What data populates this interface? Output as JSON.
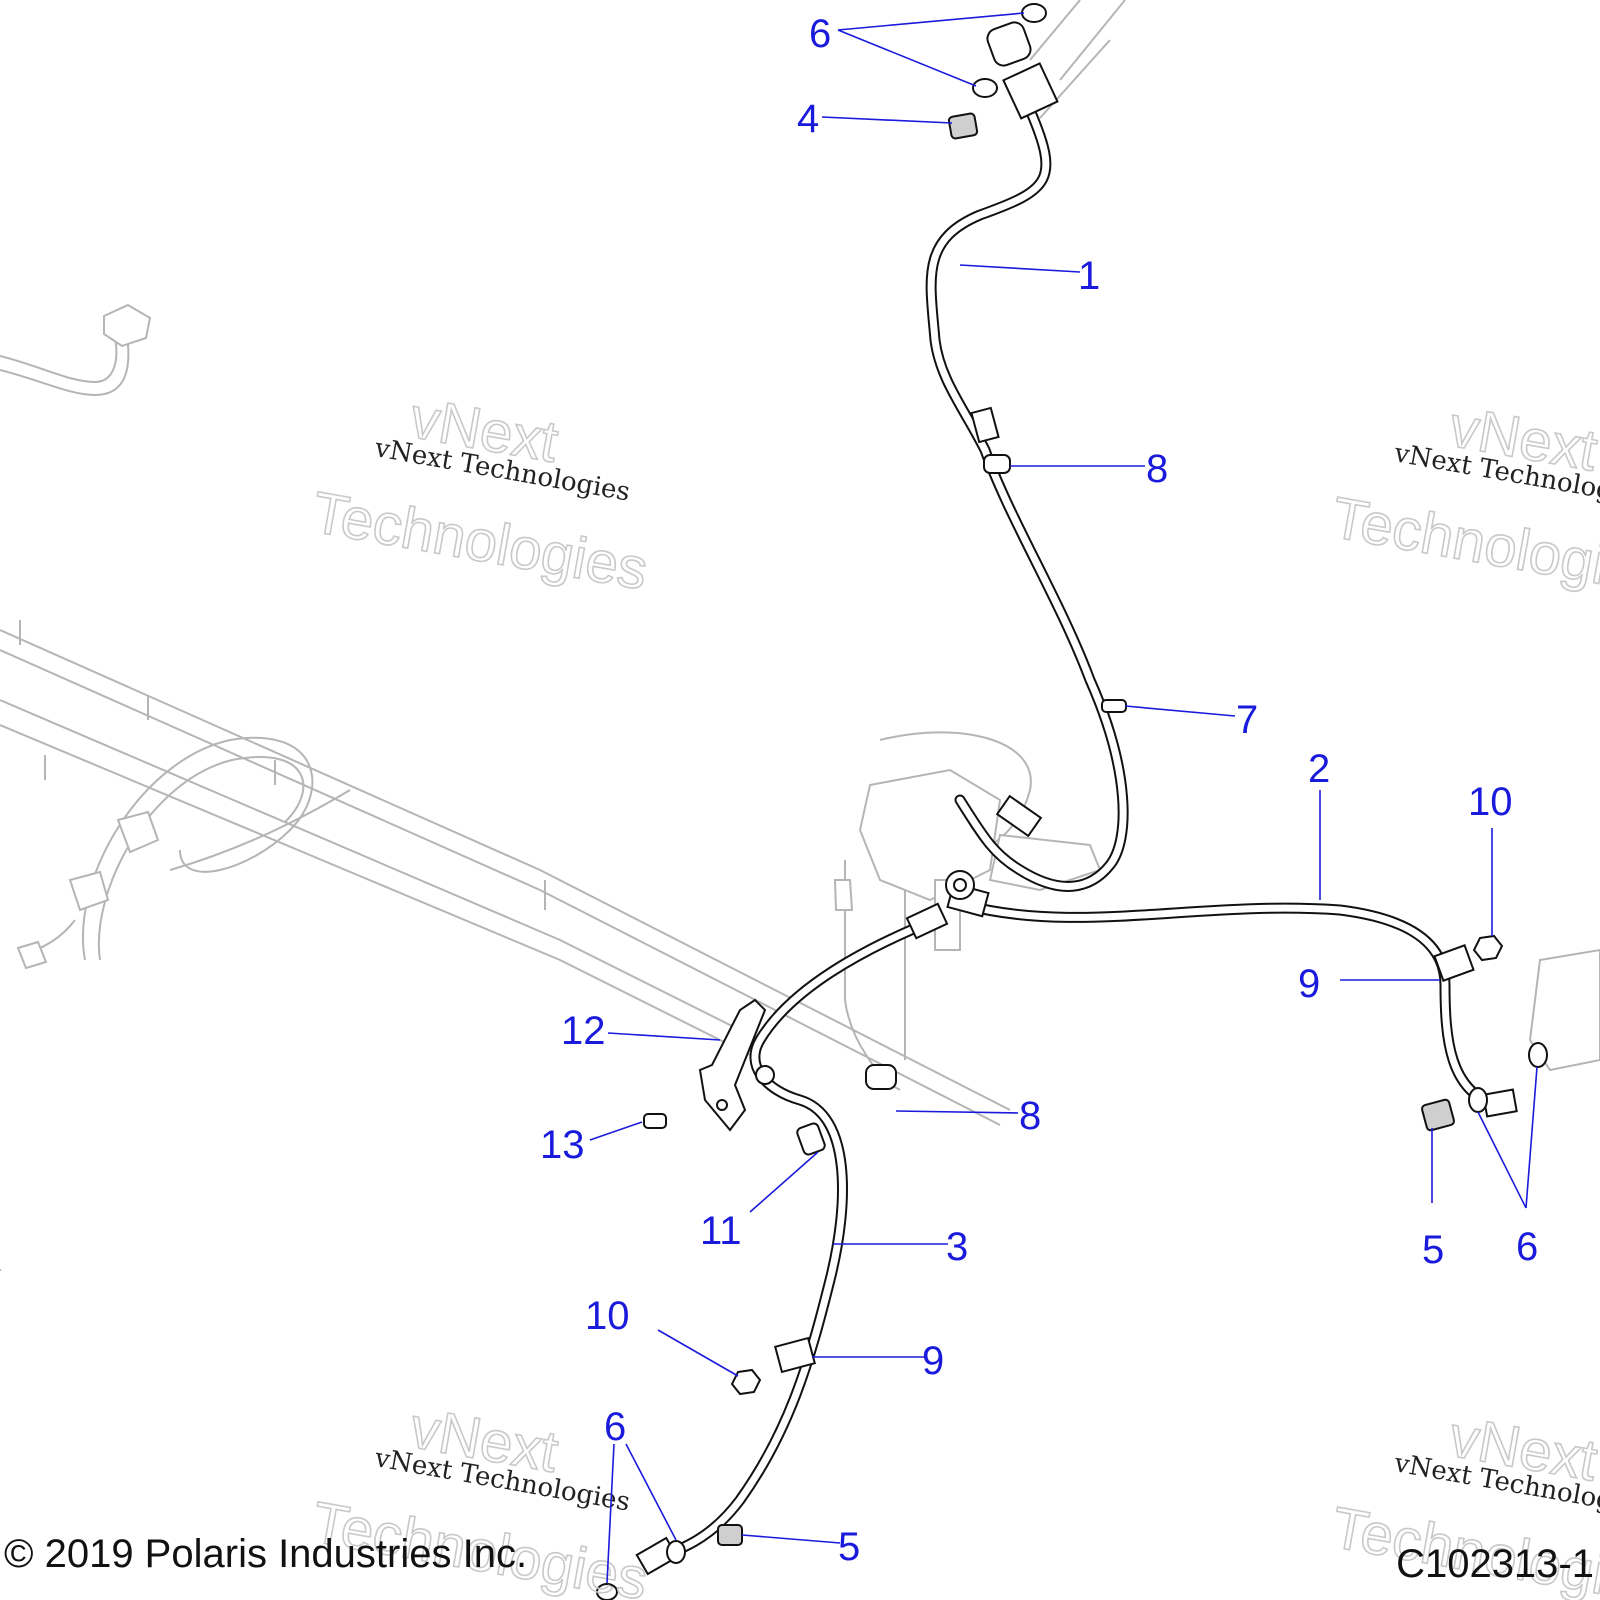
{
  "watermark": {
    "script_text": "vNext Technologies",
    "outline_line1": "vNext",
    "outline_line2": "Technologies"
  },
  "callouts": [
    {
      "id": "c6a",
      "label": "6"
    },
    {
      "id": "c4",
      "label": "4"
    },
    {
      "id": "c1",
      "label": "1"
    },
    {
      "id": "c8a",
      "label": "8"
    },
    {
      "id": "c7",
      "label": "7"
    },
    {
      "id": "c2",
      "label": "2"
    },
    {
      "id": "c10a",
      "label": "10"
    },
    {
      "id": "c9a",
      "label": "9"
    },
    {
      "id": "c12",
      "label": "12"
    },
    {
      "id": "c8b",
      "label": "8"
    },
    {
      "id": "c13",
      "label": "13"
    },
    {
      "id": "c11",
      "label": "11"
    },
    {
      "id": "c3",
      "label": "3"
    },
    {
      "id": "c5a",
      "label": "5"
    },
    {
      "id": "c6b",
      "label": "6"
    },
    {
      "id": "c10b",
      "label": "10"
    },
    {
      "id": "c9b",
      "label": "9"
    },
    {
      "id": "c6c",
      "label": "6"
    },
    {
      "id": "c5b",
      "label": "5"
    }
  ],
  "footer": {
    "copyright": "© 2019 Polaris Industries Inc.",
    "diagram_code": "C102313-1"
  },
  "colors": {
    "callout": "#1a1adc",
    "line_art": "#111111",
    "ghost_art": "#b5b5b5"
  }
}
